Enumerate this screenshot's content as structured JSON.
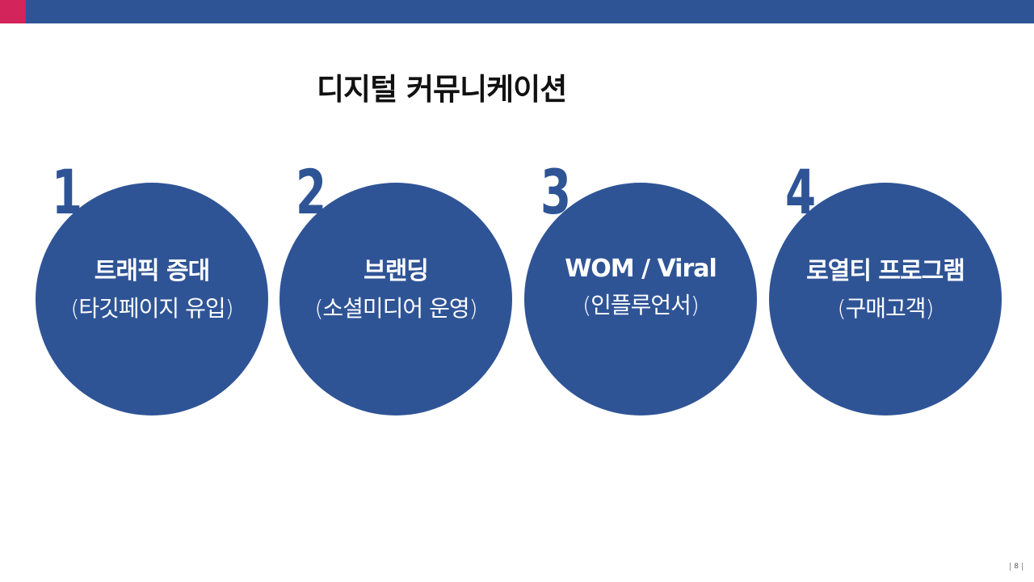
{
  "colors": {
    "primary": "#2f5496",
    "accent": "#d4245c",
    "number_color": "#2f5496"
  },
  "title": "디지털 커뮤니케이션",
  "items": [
    {
      "number": "1",
      "main": "트래픽 증대",
      "sub": "(타깃페이지 유입)"
    },
    {
      "number": "2",
      "main": "브랜딩",
      "sub": "(소셜미디어 운영)"
    },
    {
      "number": "3",
      "main": "WOM / Viral",
      "sub": "(인플루언서)"
    },
    {
      "number": "4",
      "main": "로열티 프로그램",
      "sub": "(구매고객)"
    }
  ],
  "page_number": "8"
}
